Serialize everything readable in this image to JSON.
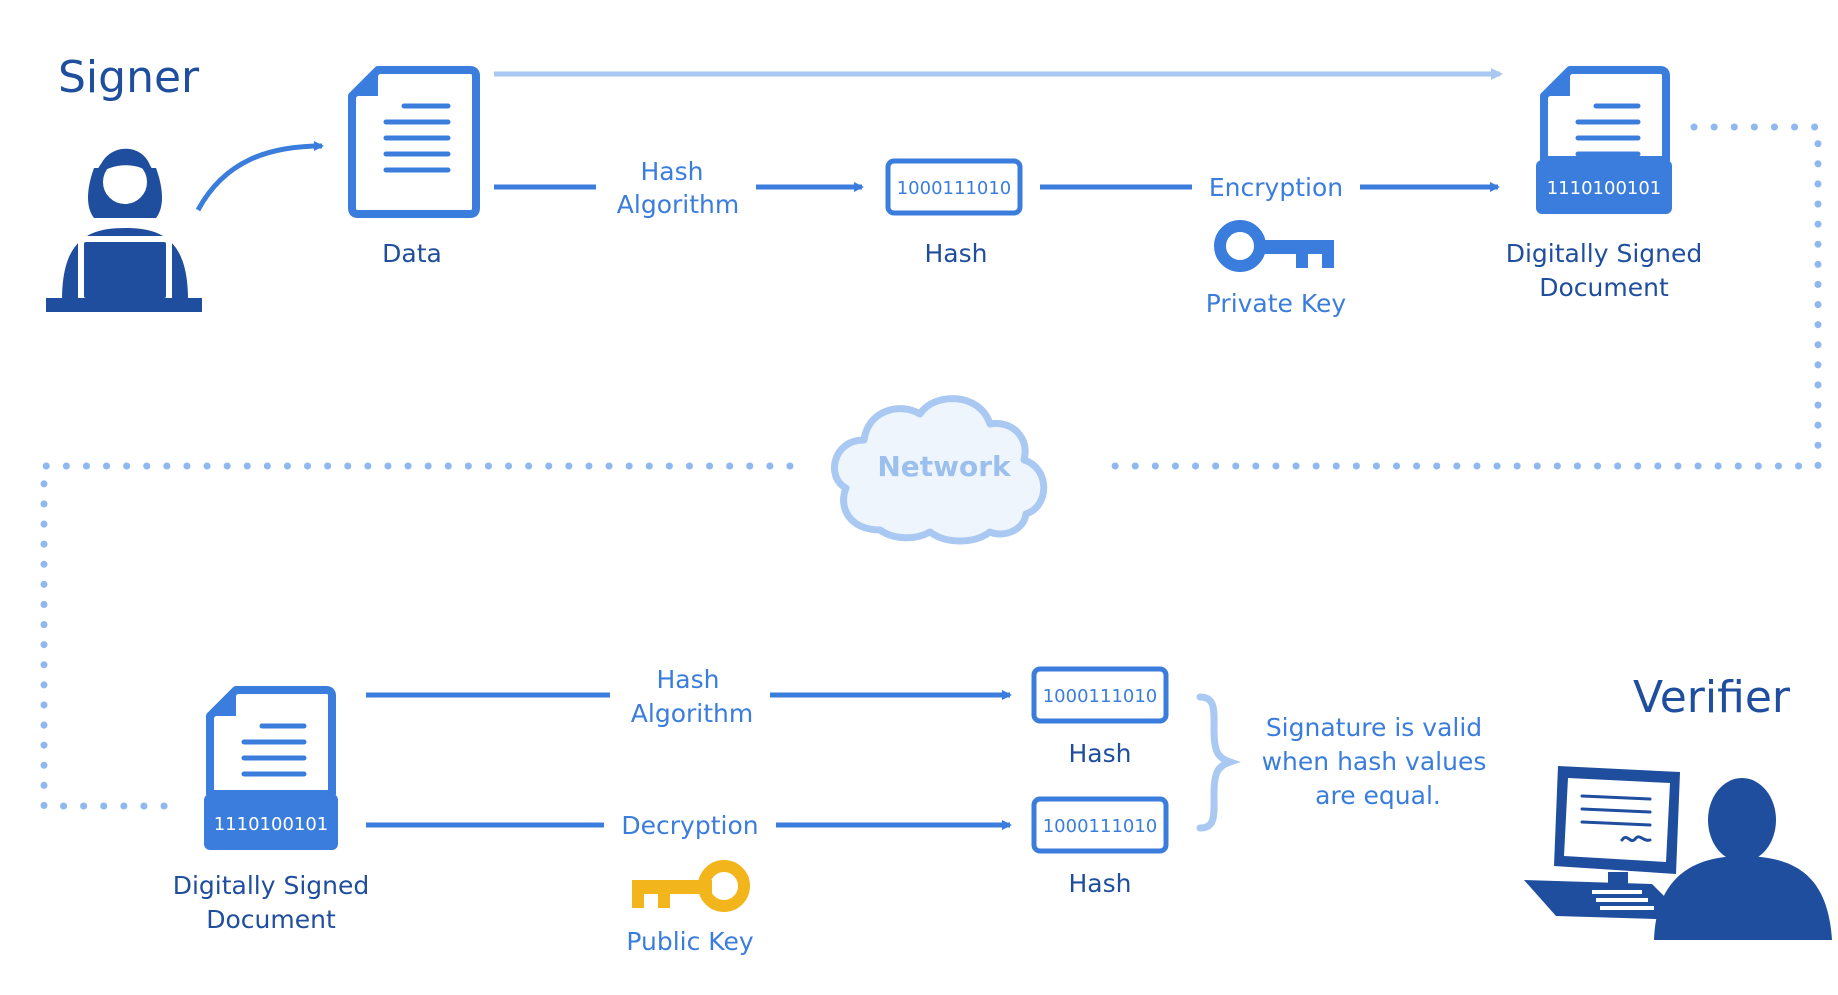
{
  "colors": {
    "primary": "#3b7ddd",
    "dark_blue": "#1f4e9e",
    "light_blue": "#a9c9f2",
    "dot_blue": "#8fb9ee",
    "cloud_fill": "#eef5fd",
    "cloud_text": "#9cc0ee",
    "gold": "#f2b51c"
  },
  "signer": {
    "title": "Signer",
    "data_label": "Data",
    "hash_algorithm_line1": "Hash",
    "hash_algorithm_line2": "Algorithm",
    "hash_bits": "1000111010",
    "hash_label": "Hash",
    "encryption_label": "Encryption",
    "private_key_label": "Private Key",
    "signed_bits": "1110100101",
    "signed_doc_line1": "Digitally Signed",
    "signed_doc_line2": "Document"
  },
  "network": {
    "label": "Network"
  },
  "verifier": {
    "title": "Verifier",
    "signed_bits": "1110100101",
    "signed_doc_line1": "Digitally Signed",
    "signed_doc_line2": "Document",
    "hash_algorithm_line1": "Hash",
    "hash_algorithm_line2": "Algorithm",
    "decryption_label": "Decryption",
    "public_key_label": "Public Key",
    "hash_bits_top": "1000111010",
    "hash_label_top": "Hash",
    "hash_bits_bottom": "1000111010",
    "hash_label_bottom": "Hash",
    "note_line1": "Signature is valid",
    "note_line2": "when hash values",
    "note_line3": "are equal."
  }
}
